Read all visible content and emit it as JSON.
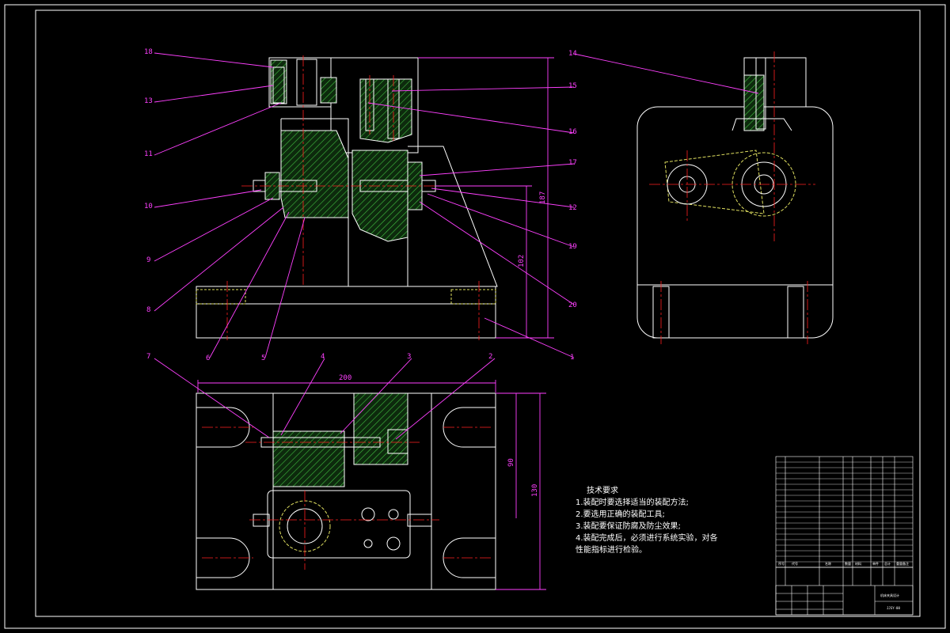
{
  "technical_requirements": {
    "title": "技术要求",
    "items": [
      "1.装配时要选择适当的装配方法;",
      "2.要选用正确的装配工具;",
      "3.装配要保证防腐及防尘效果;",
      "4.装配完成后，必须进行系统实验，对各",
      "性能指标进行检验。"
    ]
  },
  "part_callouts": {
    "front_view": [
      "18",
      "13",
      "11",
      "10",
      "9",
      "8",
      "6",
      "5",
      "15",
      "16",
      "17",
      "12",
      "19",
      "20",
      "1"
    ],
    "side_view": [
      "14"
    ],
    "top_view": [
      "7",
      "4",
      "3",
      "2"
    ]
  },
  "dimensions": {
    "width_200": "200",
    "height_90": "90",
    "height_130": "130",
    "height_187": "187",
    "height_102": "102"
  },
  "title_block": {
    "drawing_title": "机床夹具设计",
    "drawing_number": "JJSY-00",
    "header": [
      "序号",
      "代号",
      "名称",
      "数量",
      "材料",
      "单件",
      "总计",
      "重量",
      "备注"
    ]
  },
  "colors": {
    "background": "#000000",
    "outline": "#ffffff",
    "leader": "#ff40ff",
    "centerline": "#ff2020",
    "hatch": "#40c040",
    "hidden": "#e0e060"
  }
}
